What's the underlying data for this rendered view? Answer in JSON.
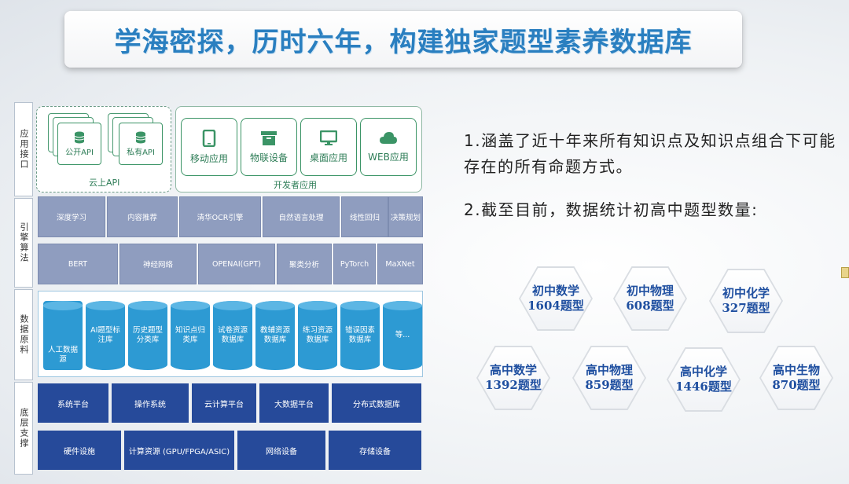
{
  "title": "学海密探，历时六年，构建独家题型素养数据库",
  "architecture": {
    "layers": {
      "app_interface": "应用接口",
      "engine_algorithm": "引擎算法",
      "data_material": "数据原料",
      "base_support": "底层支撑"
    },
    "cloud_api": {
      "caption": "云上API",
      "public": "公开API",
      "private": "私有API"
    },
    "developer_apps": {
      "caption": "开发者应用",
      "items": [
        "移动应用",
        "物联设备",
        "桌面应用",
        "WEB应用"
      ]
    },
    "engine_row1": [
      "深度学习",
      "内容推荐",
      "清华OCR引擎",
      "自然语言处理",
      "线性回归",
      "决策规划"
    ],
    "engine_row2": [
      "BERT",
      "神经网络",
      "OPENAI(GPT)",
      "聚类分析",
      "PyTorch",
      "MaXNet"
    ],
    "data_sources": [
      "人工数据源",
      "AI题型标注库",
      "历史题型分类库",
      "知识点归类库",
      "试卷资源数据库",
      "教辅资源数据库",
      "练习资源数据库",
      "错误因素数据库",
      "等..."
    ],
    "base_row1": [
      "系统平台",
      "操作系统",
      "云计算平台",
      "大数据平台",
      "分布式数据库"
    ],
    "base_row2": [
      "硬件设施",
      "计算资源 (GPU/FPGA/ASIC)",
      "网络设备",
      "存储设备"
    ]
  },
  "points": {
    "p1": "1.涵盖了近十年来所有知识点及知识点组合下可能存在的所有命题方式。",
    "p2": "2.截至目前，数据统计初高中题型数量:"
  },
  "subjects": [
    {
      "name": "初中数学",
      "count": "1604题型"
    },
    {
      "name": "初中物理",
      "count": "608题型"
    },
    {
      "name": "初中化学",
      "count": "327题型"
    },
    {
      "name": "高中数学",
      "count": "1392题型"
    },
    {
      "name": "高中物理",
      "count": "859题型"
    },
    {
      "name": "高中化学",
      "count": "1446题型"
    },
    {
      "name": "高中生物",
      "count": "870题型"
    }
  ],
  "colors": {
    "title_blue": "#2a7fc0",
    "green": "#3b9466",
    "engine_gray_blue": "#8f9dbf",
    "data_blue": "#2d9ad3",
    "navy": "#264a9a",
    "hex_text": "#1f4fa0"
  },
  "icons": {
    "public_api": "database-icon",
    "private_api": "database-icon",
    "mobile": "tablet-icon",
    "iot": "box-icon",
    "desktop": "monitor-icon",
    "web": "cloud-icon"
  }
}
